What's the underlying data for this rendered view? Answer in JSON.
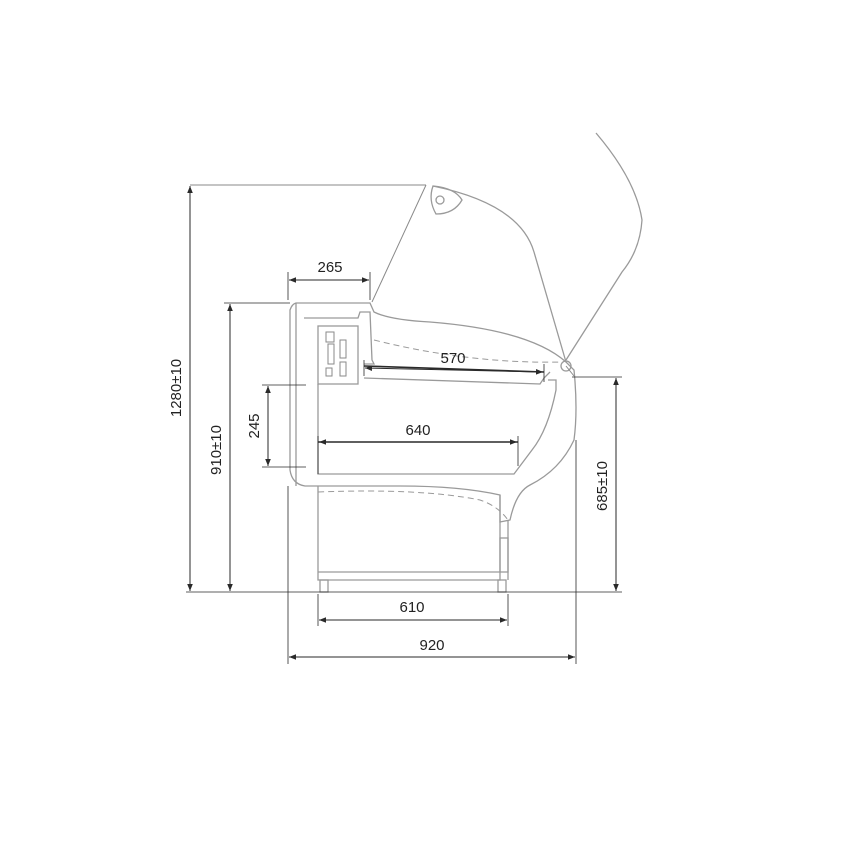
{
  "dimensions": {
    "top_left_width": "265",
    "upper_shelf_depth": "570",
    "lower_shelf_depth": "640",
    "shelf_spacing": "245",
    "total_height": "1280±10",
    "counter_height": "910±10",
    "front_height": "685±10",
    "base_width": "610",
    "total_width": "920"
  },
  "colors": {
    "outline": "#9a9a9a",
    "dimension": "#2a2a2a"
  }
}
